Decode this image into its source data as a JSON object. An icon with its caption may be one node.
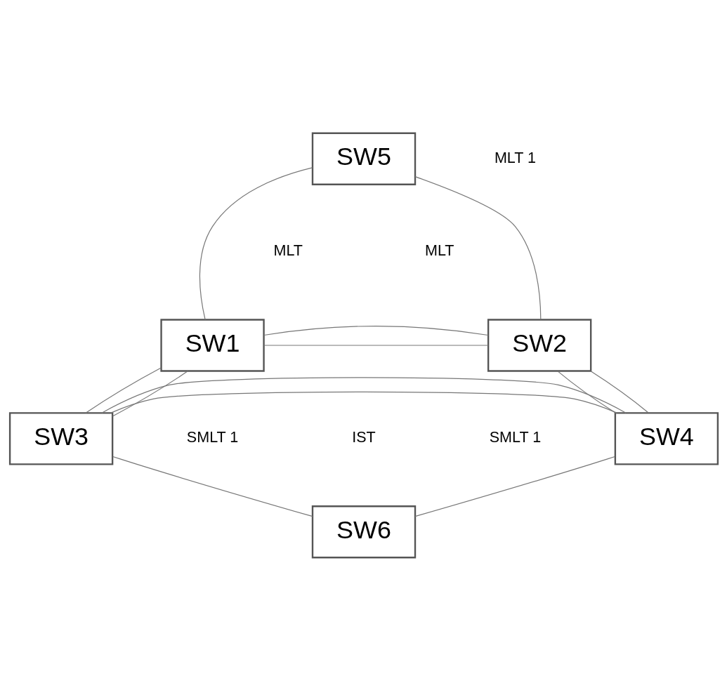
{
  "diagram": {
    "nodes": [
      {
        "text": [
          "SW5"
        ]
      },
      {
        "text": [
          "SW1"
        ]
      },
      {
        "text": [
          "SW2"
        ]
      },
      {
        "text": [
          "SW3"
        ]
      },
      {
        "text": [
          "SW4"
        ]
      },
      {
        "text": [
          "SW6"
        ]
      }
    ],
    "edges": [
      {
        "from": 0,
        "to": 1,
        "arrow": "none"
      },
      {
        "from": 0,
        "to": 2,
        "arrow": "none"
      },
      {
        "from": 1,
        "to": 2,
        "arrow": "none"
      },
      {
        "from": 1,
        "to": 2,
        "arrow": "none"
      },
      {
        "from": 1,
        "to": 3,
        "arrow": "none"
      },
      {
        "from": 1,
        "to": 3,
        "arrow": "none"
      },
      {
        "from": 2,
        "to": 4,
        "arrow": "none"
      },
      {
        "from": 2,
        "to": 4,
        "arrow": "none"
      },
      {
        "from": 3,
        "to": 4,
        "arrow": "none"
      },
      {
        "from": 3,
        "to": 4,
        "arrow": "none"
      },
      {
        "from": 3,
        "to": 5,
        "arrow": "none"
      },
      {
        "from": 4,
        "to": 5,
        "arrow": "none"
      }
    ],
    "labels": [
      "MLT 1",
      "MLT",
      "MLT",
      "SMLT 1",
      "IST",
      "SMLT 1"
    ]
  }
}
